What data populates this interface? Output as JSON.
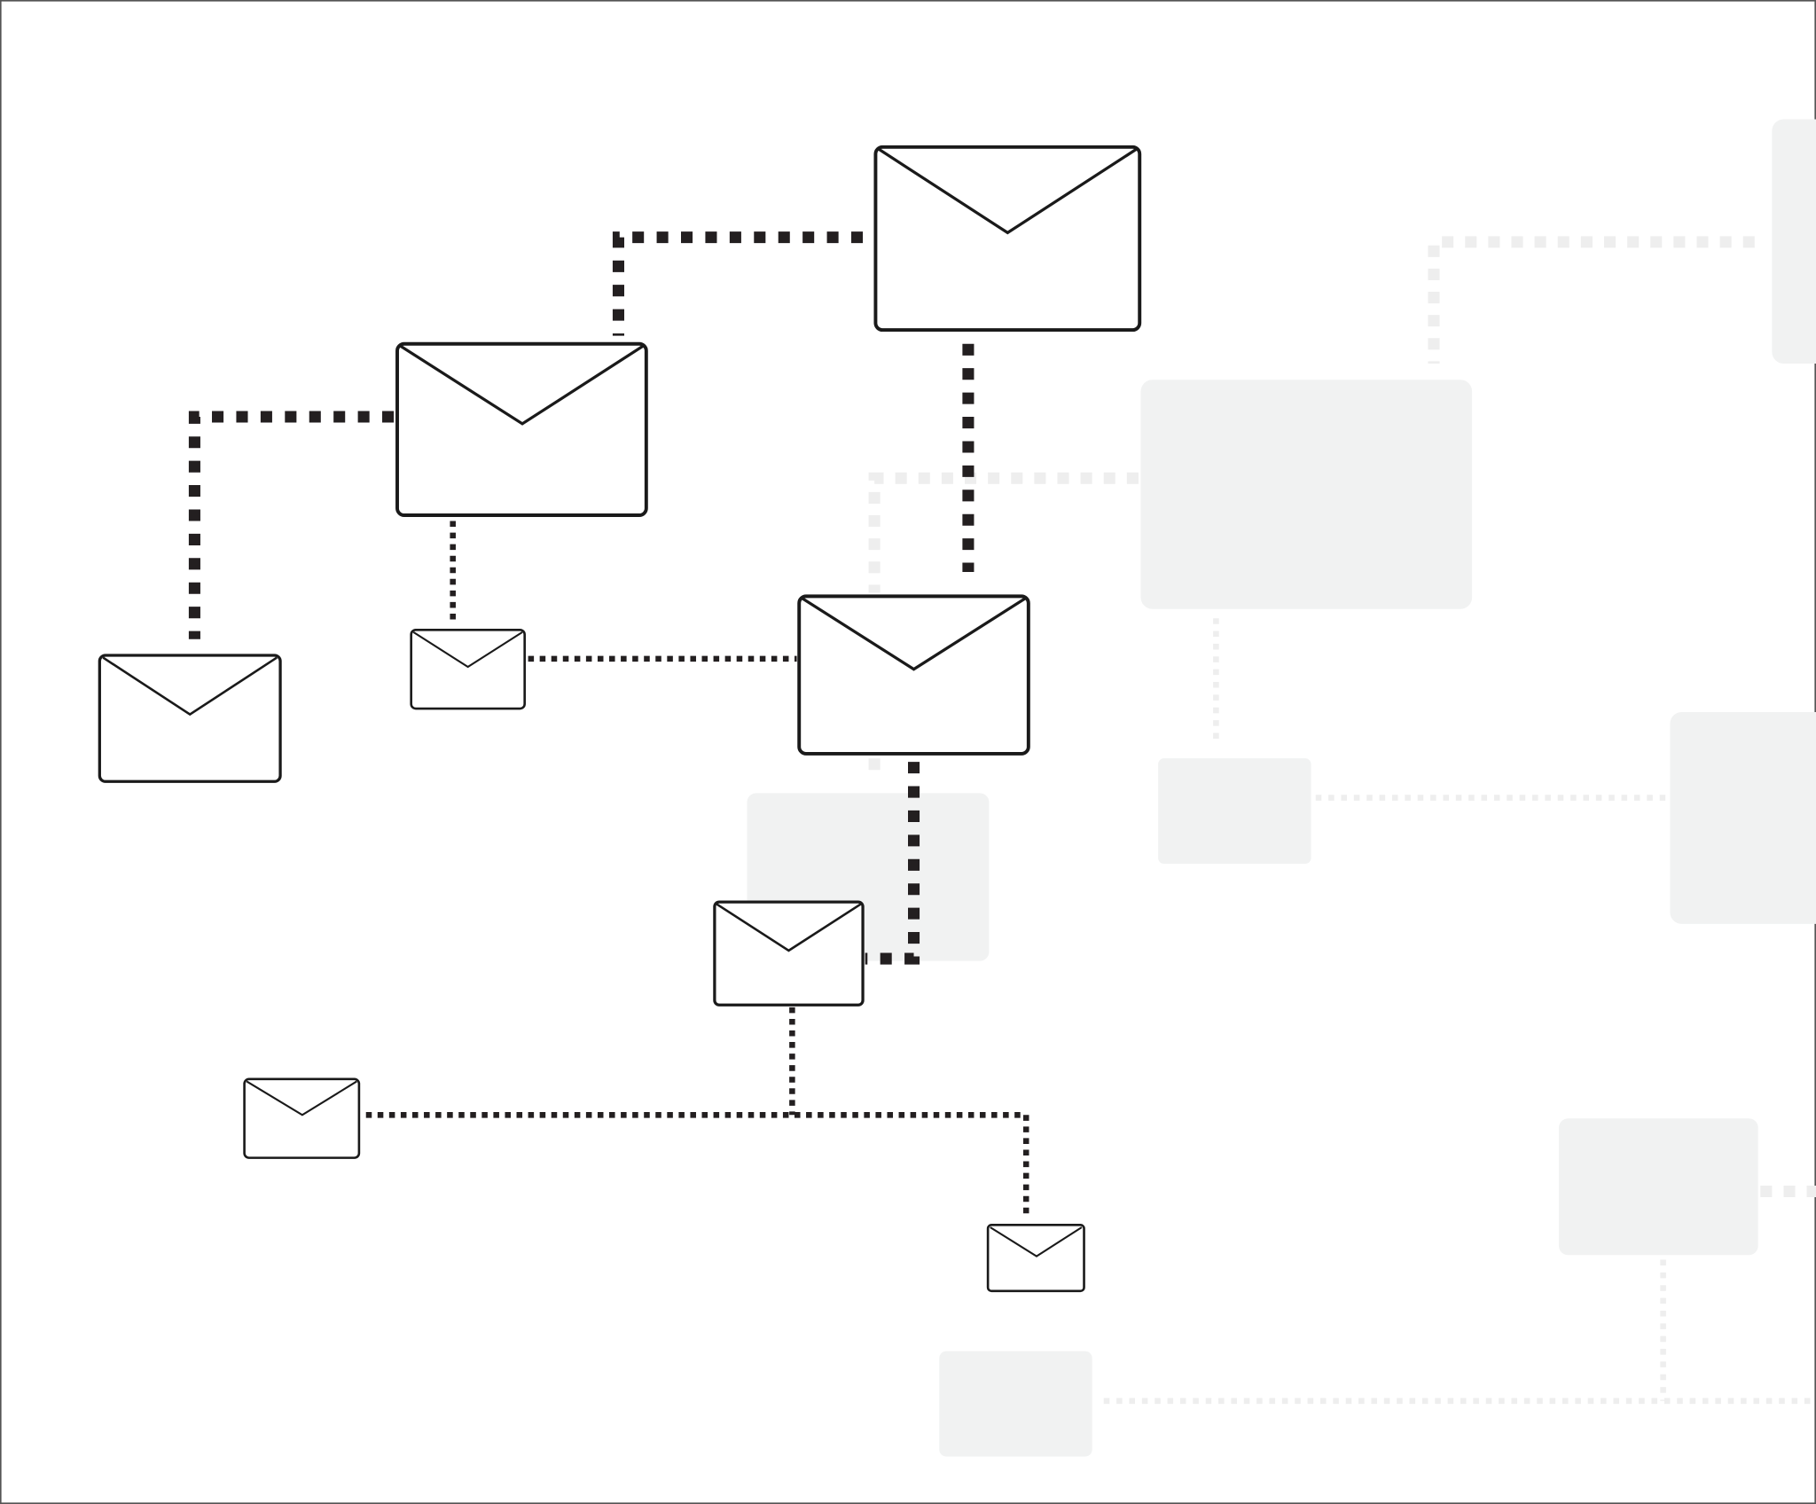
{
  "diagram": {
    "title": "",
    "node_icon": "envelope-icon",
    "nodes": [
      {
        "id": "mail-top",
        "icon": "envelope-icon",
        "size": "large"
      },
      {
        "id": "mail-upper-left",
        "icon": "envelope-icon",
        "size": "large"
      },
      {
        "id": "mail-far-left",
        "icon": "envelope-icon",
        "size": "medium"
      },
      {
        "id": "mail-small-left",
        "icon": "envelope-icon",
        "size": "small"
      },
      {
        "id": "mail-center",
        "icon": "envelope-icon",
        "size": "large"
      },
      {
        "id": "mail-lower-center",
        "icon": "envelope-icon",
        "size": "medium"
      },
      {
        "id": "mail-bottom-left",
        "icon": "envelope-icon",
        "size": "small"
      },
      {
        "id": "mail-bottom-right",
        "icon": "envelope-icon",
        "size": "small"
      }
    ],
    "edges": [
      [
        "mail-top",
        "mail-upper-left"
      ],
      [
        "mail-top",
        "mail-center"
      ],
      [
        "mail-upper-left",
        "mail-far-left"
      ],
      [
        "mail-upper-left",
        "mail-small-left"
      ],
      [
        "mail-small-left",
        "mail-center"
      ],
      [
        "mail-center",
        "mail-lower-center"
      ],
      [
        "mail-lower-center",
        "mail-bottom-left"
      ],
      [
        "mail-lower-center",
        "mail-bottom-right"
      ]
    ]
  },
  "colors": {
    "stroke": "#1a1a1a",
    "connector": "#231f20",
    "background_shape": "#f1f2f2",
    "background_connector": "#eeeeee"
  }
}
